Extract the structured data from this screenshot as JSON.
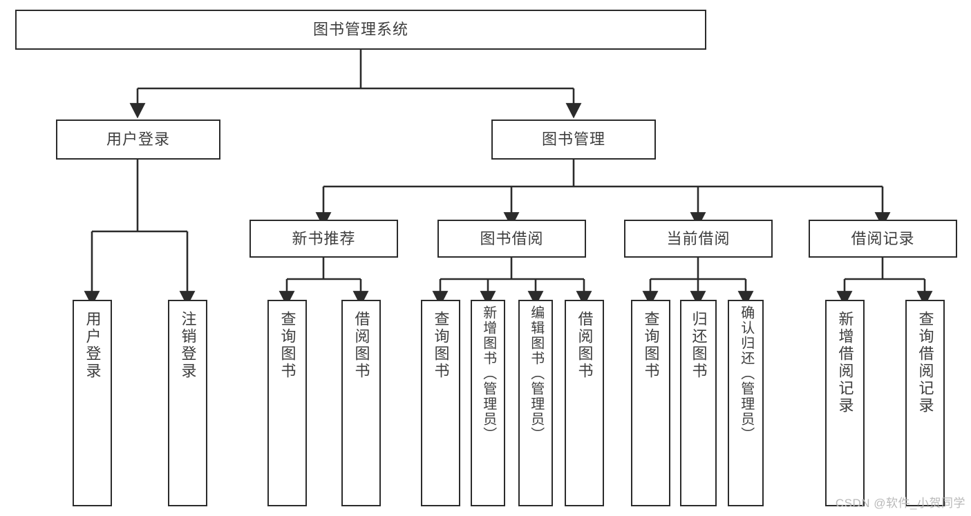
{
  "diagram": {
    "title": "图书管理系统",
    "type": "tree",
    "colors": {
      "line": "#2b2b2b",
      "box_border": "#2b2b2b",
      "box_fill": "#ffffff",
      "text": "#3d3d3d",
      "watermark": "#b9b9b9"
    },
    "root": {
      "label": "图书管理系统"
    },
    "level2": [
      {
        "label": "用户登录"
      },
      {
        "label": "图书管理"
      }
    ],
    "level3": [
      {
        "label": "新书推荐"
      },
      {
        "label": "图书借阅"
      },
      {
        "label": "当前借阅"
      },
      {
        "label": "借阅记录"
      }
    ],
    "leaves": {
      "user_login": [
        {
          "label": "用户登录"
        },
        {
          "label": "注销登录"
        }
      ],
      "new_book": [
        {
          "label": "查询图书"
        },
        {
          "label": "借阅图书"
        }
      ],
      "book_borrow": [
        {
          "label": "查询图书"
        },
        {
          "label": "新增图书（管理员）"
        },
        {
          "label": "编辑图书（管理员）"
        },
        {
          "label": "借阅图书"
        }
      ],
      "current_borrow": [
        {
          "label": "查询图书"
        },
        {
          "label": "归还图书"
        },
        {
          "label": "确认归还（管理员）"
        }
      ],
      "borrow_record": [
        {
          "label": "新增借阅记录"
        },
        {
          "label": "查询借阅记录"
        }
      ]
    }
  },
  "watermark": {
    "text": "CSDN @软件_小贺同学"
  }
}
